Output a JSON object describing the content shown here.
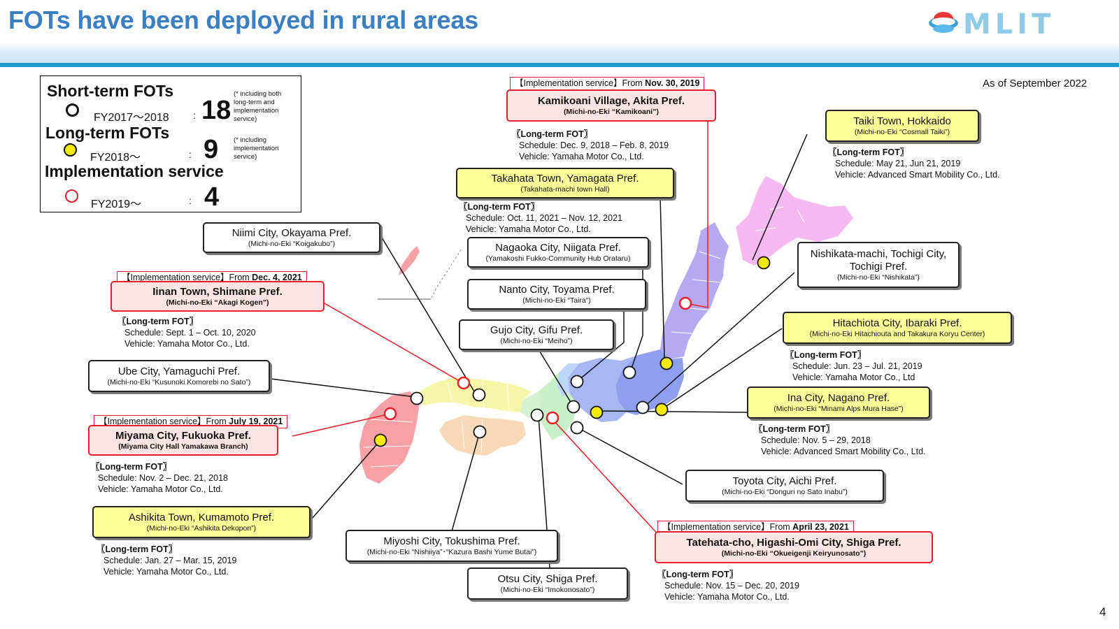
{
  "header": {
    "title": "FOTs have been deployed in rural areas",
    "logo_text": "MLIT",
    "as_of": "As of September 2022",
    "page_number": "4"
  },
  "legend": {
    "short_term": {
      "title": "Short-term FOTs",
      "period": "FY2017～2018",
      "colon": ":",
      "count": "18",
      "note": "(* including both long-term and implementation service)"
    },
    "long_term": {
      "title": "Long-term FOTs",
      "period": "FY2018～",
      "colon": ":",
      "count": "9",
      "note": "(* including implementation service)"
    },
    "implementation": {
      "title": "Implementation service",
      "period": "FY2019～",
      "colon": ":",
      "count": "4"
    }
  },
  "colors": {
    "short_term_marker": "#ffffff",
    "long_term_marker": "#f2ea0a",
    "implementation_marker": "#e81e2a",
    "accent_blue": "#3a7fc4"
  },
  "sites": {
    "kamikoani": {
      "impl_label": "【Implementation service】From ",
      "impl_date": "Nov. 30, 2019",
      "name": "Kamikoani Village, Akita Pref.",
      "sub": "(Michi-no-Eki “Kamikoani”)",
      "fot_header": "〖Long-term FOT〗",
      "schedule": "Schedule: Dec. 9, 2018 – Feb. 8, 2019",
      "vehicle": "Vehicle: Yamaha Motor Co., Ltd."
    },
    "taiki": {
      "name": "Taiki Town, Hokkaido",
      "sub": "(Michi-no-Eki “Cosmall Taiki”)",
      "fot_header": "〖Long-term FOT〗",
      "schedule": "Schedule: May 21, Jun 21, 2019",
      "vehicle": "Vehicle: Advanced Smart Mobility Co., Ltd."
    },
    "takahata": {
      "name": "Takahata Town, Yamagata Pref.",
      "sub": "(Takahata-machi town Hall)",
      "fot_header": "〖Long-term FOT〗",
      "schedule": "Schedule: Oct. 11, 2021 – Nov. 12, 2021",
      "vehicle": "Vehicle: Yamaha Motor Co., Ltd."
    },
    "niimi": {
      "name": "Niimi City, Okayama Pref.",
      "sub": "(Michi-no-Eki “Koigakubo”)"
    },
    "nagaoka": {
      "name": "Nagaoka City, Niigata Pref.",
      "sub": "(Yamakoshi Fukko-Community Hub Orataru)"
    },
    "nishikata": {
      "name": "Nishikata-machi, Tochigi City, Tochigi Pref.",
      "sub": "(Michi-no-Eki “Nishikata”)"
    },
    "iinan": {
      "impl_label": "【Implementation service】From ",
      "impl_date": "Dec. 4, 2021",
      "name": "Iinan Town, Shimane Pref.",
      "sub": "(Michi-no-Eki “Akagi Kogen”)",
      "fot_header": "〖Long-term FOT〗",
      "schedule": "Schedule: Sept. 1 – Oct. 10, 2020",
      "vehicle": "Vehicle: Yamaha Motor Co., Ltd."
    },
    "nanto": {
      "name": "Nanto City, Toyama Pref.",
      "sub": "(Michi-no-Eki “Taira”)"
    },
    "gujo": {
      "name": "Gujo City, Gifu Pref.",
      "sub": "(Michi-no-Eki “Meiho”)"
    },
    "hitachiota": {
      "name": "Hitachiota City, Ibaraki Pref.",
      "sub": "(Michi-no-Eki  Hitachiouta and Takakura Koryu Center)",
      "fot_header": "〖Long-term FOT〗",
      "schedule": "Schedule: Jun. 23 – Jul. 21, 2019",
      "vehicle": "Vehicle: Yamaha Motor Co., Ltd"
    },
    "ube": {
      "name": "Ube City, Yamaguchi Pref.",
      "sub": "(Michi-no-Eki “Kusunoki Komorebi no Sato”)"
    },
    "ina": {
      "name": "Ina City, Nagano Pref.",
      "sub": "(Michi-no-Eki “Minami Alps Mura Hase”)",
      "fot_header": "〖Long-term FOT〗",
      "schedule": "Schedule: Nov. 5 – 29, 2018",
      "vehicle": "Vehicle:  Advanced Smart Mobility Co., Ltd."
    },
    "miyama": {
      "impl_label": "【Implementation service】From ",
      "impl_date": "July 19, 2021",
      "name": "Miyama City, Fukuoka Pref.",
      "sub": "(Miyama City Hall  Yamakawa Branch)",
      "fot_header": "〖Long-term FOT〗",
      "schedule": "Schedule: Nov. 2 – Dec. 21, 2018",
      "vehicle": "Vehicle: Yamaha Motor Co., Ltd."
    },
    "toyota": {
      "name": "Toyota City, Aichi Pref.",
      "sub": "(Michi-no-Eki “Donguri no Sato Inabu”)"
    },
    "ashikita": {
      "name": "Ashikita Town, Kumamoto Pref.",
      "sub": "(Michi-no-Eki “Ashikita Dekopon”)",
      "fot_header": "〖Long-term FOT〗",
      "schedule": "Schedule: Jan. 27 – Mar. 15, 2019",
      "vehicle": "Vehicle: Yamaha Motor Co., Ltd."
    },
    "miyoshi": {
      "name": "Miyoshi City, Tokushima Pref.",
      "sub": "(Michi-no-Eki “Nishiiya”･“Kazura Bashi Yume Butai”)"
    },
    "tatehata": {
      "impl_label": "【Implementation service】From ",
      "impl_date": "April 23, 2021",
      "name": "Tatehata-cho, Higashi-Omi City, Shiga Pref.",
      "sub": "(Michi-no-Eki “Okueigenji Keiryunosato”)",
      "fot_header": "〖Long-term FOT〗",
      "schedule": "Schedule: Nov. 15 – Dec. 20, 2019",
      "vehicle": "Vehicle: Yamaha Motor Co., Ltd."
    },
    "otsu": {
      "name": "Otsu City, Shiga Pref.",
      "sub": "(Michi-no-Eki “Imokonosato”)"
    }
  }
}
